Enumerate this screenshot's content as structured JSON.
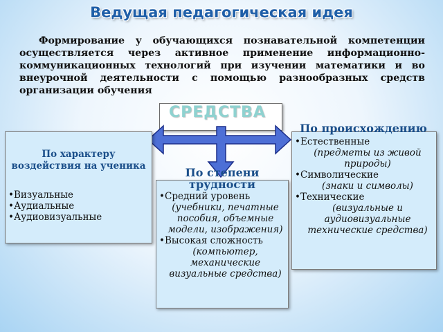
{
  "title": "Ведущая педагогическая  идея",
  "intro": "Формирование у обучающихся  познавательной компетенции осуществляется через активное  применение информационно-коммуникационных технологий при изучении математики и во внеурочной деятельности с помощью разнообразных средств организации обучения",
  "center_label": "СРЕДСТВА",
  "colors": {
    "title": "#1f5fa8",
    "arrow_fill": "#4d6fd6",
    "arrow_stroke": "#1c2f8a",
    "box_fill": "#d4ecfb",
    "heading": "#1b4f8a",
    "center_label": "#8fd2d0"
  },
  "left": {
    "heading": "По характеру воздействия на ученика",
    "items": [
      "Визуальные",
      "Аудиальные",
      "Аудиовизуальные"
    ]
  },
  "middle": {
    "heading": "По степени трудности",
    "items": [
      {
        "label": "Средний уровень",
        "note": "(учебники, печатные пособия, объемные модели, изображения)"
      },
      {
        "label": "Высокая сложность",
        "note": "(компьютер, механические визуальные средства)"
      }
    ]
  },
  "right": {
    "heading": "По происхождению",
    "items": [
      {
        "label": "Естественные",
        "note": "(предметы из живой природы)"
      },
      {
        "label": "Символические",
        "note": "(знаки и символы)"
      },
      {
        "label": "Технические",
        "note": "(визуальные и аудиовизуальные технические средства)"
      }
    ]
  }
}
